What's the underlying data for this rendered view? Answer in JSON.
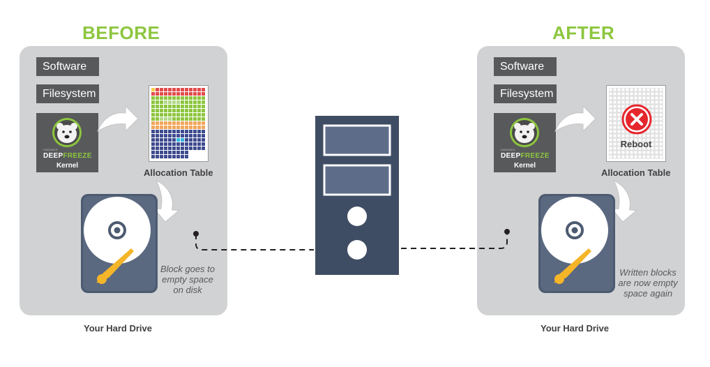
{
  "before": {
    "heading": "BEFORE",
    "software_label": "Software",
    "filesystem_label": "Filesystem",
    "kernel_label": "Kernel",
    "brand_prefix": "DEEP",
    "brand_suffix": "FREEZE",
    "brand_small": "FARONICS",
    "allocation_label": "Allocation Table",
    "note": "Block goes to empty space on disk",
    "caption": "Your Hard Drive"
  },
  "after": {
    "heading": "AFTER",
    "software_label": "Software",
    "filesystem_label": "Filesystem",
    "kernel_label": "Kernel",
    "brand_prefix": "DEEP",
    "brand_suffix": "FREEZE",
    "brand_small": "FARONICS",
    "allocation_label": "Allocation Table",
    "reboot_label": "Reboot",
    "note": "Written blocks are now empty space again",
    "caption": "Your Hard Drive"
  },
  "colors": {
    "accent_green": "#8dc63f",
    "panel_gray": "#d1d2d4",
    "dark_box": "#58595b",
    "server_navy": "#3f4d64",
    "disk_yellow": "#f5b529",
    "cell_red": "#e14b4b",
    "cell_green": "#8dc63f",
    "cell_orange": "#f2a65a",
    "cell_blue": "#3e4b8f",
    "cell_cyan": "#35b6e0",
    "reboot_red": "#e5262d"
  },
  "icons": [
    "bear-icon",
    "curved-arrow-icon",
    "hard-drive-icon",
    "server-tower-icon",
    "reboot-x-icon"
  ]
}
